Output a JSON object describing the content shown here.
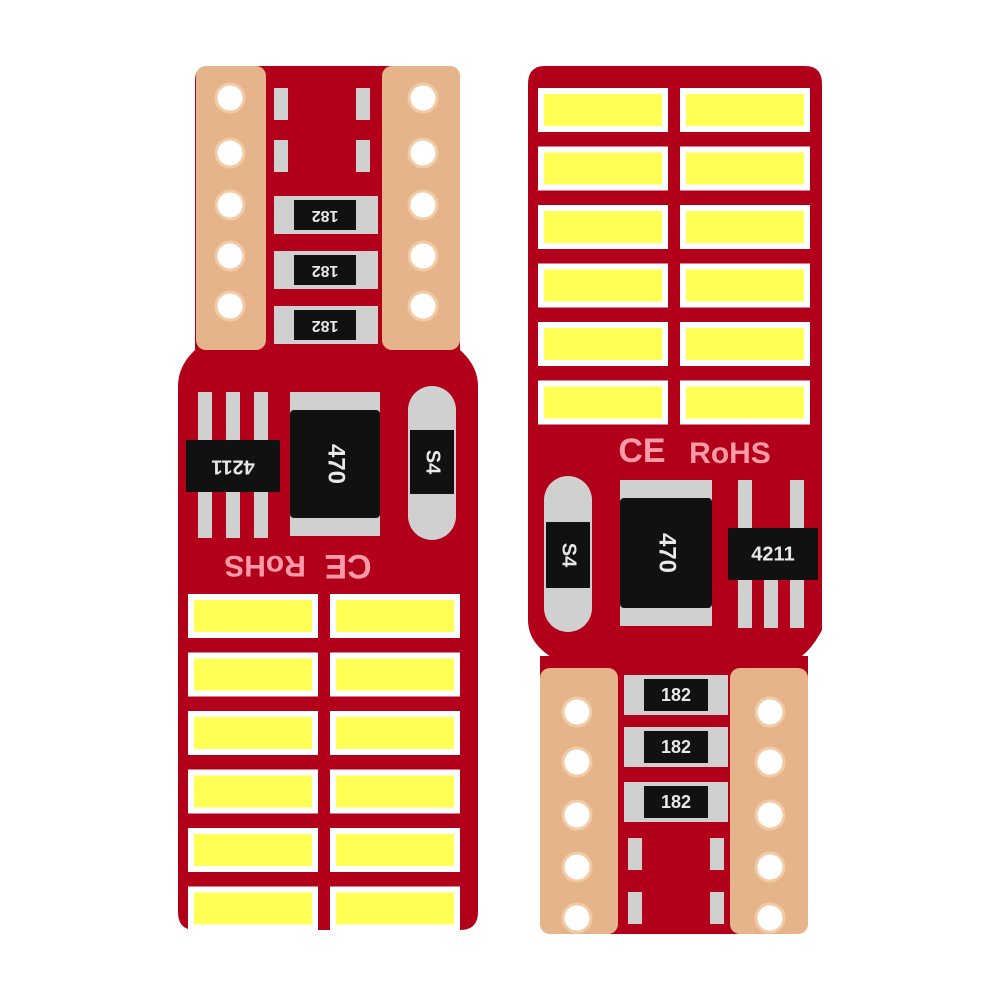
{
  "colors": {
    "pcb": "#b3001a",
    "pcb_edge": "#8c0012",
    "copper": "#e6b48a",
    "copper_light": "#f2caa4",
    "led": "#ffff55",
    "led_edge": "#d8d8c8",
    "led_frame": "#ffffff",
    "chip_body": "#3b3b3b",
    "chip_text": "#e8e8e8",
    "resistor_end": "#d0d0d0",
    "mark_color": "#ff9aa8",
    "background": "#ffffff"
  },
  "left_board": {
    "resistor_labels": [
      "182",
      "182",
      "182"
    ],
    "ic_label": "4211",
    "inductor_label": "470",
    "diode_label": "S4",
    "rohs_label": "RoHS",
    "ce_label": "CE",
    "led_count": 12
  },
  "right_board": {
    "resistor_labels": [
      "182",
      "182",
      "182"
    ],
    "ic_label": "4211",
    "inductor_label": "470",
    "diode_label": "S4",
    "rohs_label": "RoHS",
    "ce_label": "CE",
    "led_count": 12
  }
}
